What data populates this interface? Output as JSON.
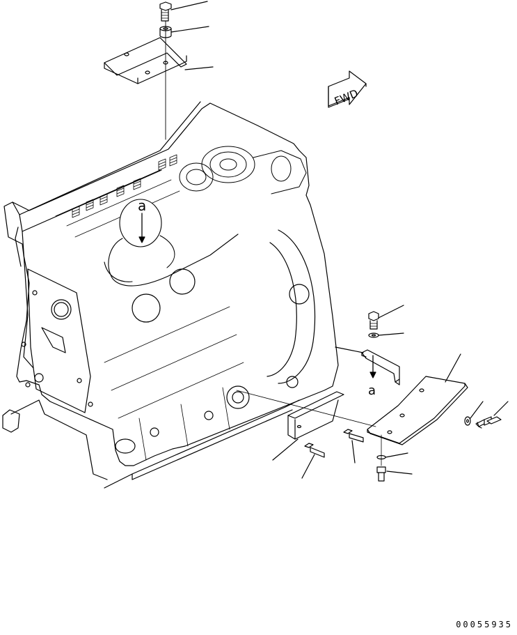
{
  "diagram": {
    "forward_marker": "FWD",
    "reference_label": "a",
    "drawing_number": "00055935"
  },
  "colors": {
    "line": "#000000",
    "background": "#ffffff"
  },
  "icons": [
    "forward-arrow-icon",
    "bolt-icon",
    "washer-icon",
    "bracket-icon",
    "spacer-icon"
  ]
}
